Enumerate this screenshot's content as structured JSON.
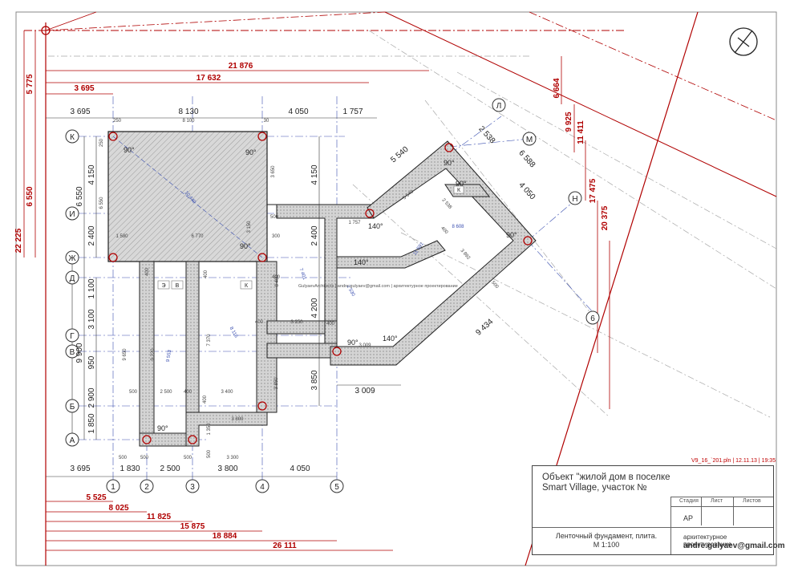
{
  "axes_letters": [
    "К",
    "И",
    "Ж",
    "Д",
    "Г",
    "В",
    "Б",
    "А"
  ],
  "axes_numbers": [
    "1",
    "2",
    "3",
    "4",
    "5"
  ],
  "axes_diagonal": [
    "Л",
    "М",
    "Н",
    "6"
  ],
  "dim_red": [
    "21 876",
    "17 632",
    "3 695",
    "5 775",
    "6 550",
    "22 225",
    "5 525",
    "8 025",
    "11 825",
    "15 875",
    "18 884",
    "26 111",
    "6 664",
    "9 925",
    "11 411",
    "17 475",
    "20 375"
  ],
  "dim_black_top": [
    "3 695",
    "8 130",
    "4 050",
    "1 757"
  ],
  "dim_black_left": [
    "4 150",
    "2 400",
    "1 100",
    "3 100",
    "950",
    "2 900",
    "1 850",
    "6 550",
    "9 900"
  ],
  "dim_black_mid": [
    "4 150",
    "2 400",
    "4 200",
    "3 850",
    "3 009",
    "5 540",
    "2 538",
    "6 588",
    "4 050",
    "9 434"
  ],
  "dim_black_bottom": [
    "3 695",
    "1 830",
    "2 500",
    "3 800",
    "4 050"
  ],
  "angles": [
    "90°",
    "90°",
    "90°",
    "90°",
    "90°",
    "90°",
    "140°",
    "140°",
    "140°",
    "90°",
    "90°"
  ],
  "small_dims": [
    "250",
    "8 100",
    "30",
    "250",
    "6 550",
    "1 580",
    "6 770",
    "3 150",
    "300",
    "500",
    "400",
    "3 650",
    "10 440",
    "1 757",
    "5 540",
    "2 538",
    "8 608",
    "11 501",
    "3 892",
    "8 400",
    "7 401",
    "3 250",
    "400",
    "2 530",
    "3 009",
    "9 650",
    "9 220",
    "9 553",
    "7 370",
    "8 116",
    "500",
    "2 500",
    "400",
    "3 400",
    "3 800",
    "1 350",
    "500",
    "3 300",
    "500",
    "400",
    "400",
    "3 850",
    "400",
    "500",
    "500",
    "400",
    "500",
    "400"
  ],
  "room_labels": [
    "Э",
    "В",
    "К",
    "К"
  ],
  "watermark_text": "GulyaevArchitects | andre.gulyaev@gmail.com | архитектурное проектирование",
  "title_block": {
    "file_info": "V9_16_`201.pln | 12.11.13 | 19:35",
    "object_line1": "Объект \"жилой дом в поселке",
    "object_line2": "Smart Village, участок №",
    "col_stage": "Стадия",
    "col_sheet": "Лист",
    "col_sheets": "Листов",
    "stage_value": "АР",
    "drawing_title_line1": "Ленточный фундамент, плита.",
    "drawing_title_line2": "М 1:100",
    "company": "архитектурное проектирование",
    "email": "andre.gulyaev@gmail.com"
  },
  "colors": {
    "dimension_red": "#b00000",
    "axis_blue": "#3a4fb0",
    "wall_fill": "#cfcfcf",
    "slab_fill": "#c9c9c9",
    "line_black": "#222222"
  },
  "icons": [
    "north-arrow-icon"
  ]
}
